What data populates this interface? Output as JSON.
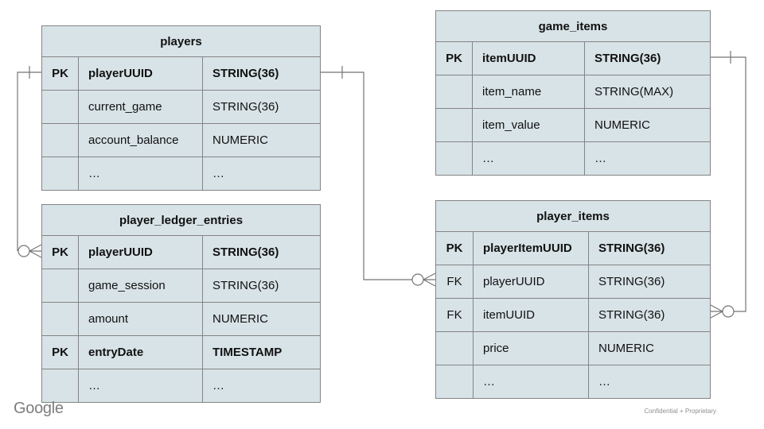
{
  "slide": {
    "footer_brand": "Google",
    "footer_note": "Confidential + Proprietary"
  },
  "colors": {
    "table_fill": "#d8e3e7",
    "table_border": "#848484",
    "connector_line": "#757575",
    "text": "#111111",
    "footer_gray": "#8f8f8f"
  },
  "tables": {
    "players": {
      "title": "players",
      "rows": [
        {
          "key": "PK",
          "name": "playerUUID",
          "type": "STRING(36)"
        },
        {
          "key": "",
          "name": "current_game",
          "type": "STRING(36)"
        },
        {
          "key": "",
          "name": "account_balance",
          "type": "NUMERIC"
        },
        {
          "key": "",
          "name": "…",
          "type": "…"
        }
      ]
    },
    "game_items": {
      "title": "game_items",
      "rows": [
        {
          "key": "PK",
          "name": "itemUUID",
          "type": "STRING(36)"
        },
        {
          "key": "",
          "name": "item_name",
          "type": "STRING(MAX)"
        },
        {
          "key": "",
          "name": "item_value",
          "type": "NUMERIC"
        },
        {
          "key": "",
          "name": "…",
          "type": "…"
        }
      ]
    },
    "player_ledger_entries": {
      "title": "player_ledger_entries",
      "rows": [
        {
          "key": "PK",
          "name": "playerUUID",
          "type": "STRING(36)"
        },
        {
          "key": "",
          "name": "game_session",
          "type": "STRING(36)"
        },
        {
          "key": "",
          "name": "amount",
          "type": "NUMERIC"
        },
        {
          "key": "PK",
          "name": "entryDate",
          "type": "TIMESTAMP"
        },
        {
          "key": "",
          "name": "…",
          "type": "…"
        }
      ]
    },
    "player_items": {
      "title": "player_items",
      "rows": [
        {
          "key": "PK",
          "name": "playerItemUUID",
          "type": "STRING(36)"
        },
        {
          "key": "FK",
          "name": "playerUUID",
          "type": "STRING(36)"
        },
        {
          "key": "FK",
          "name": "itemUUID",
          "type": "STRING(36)"
        },
        {
          "key": "",
          "name": "price",
          "type": "NUMERIC"
        },
        {
          "key": "",
          "name": "…",
          "type": "…"
        }
      ]
    }
  },
  "relationships": [
    {
      "from_table": "players",
      "from_column": "playerUUID",
      "to_table": "player_ledger_entries",
      "to_column": "playerUUID",
      "from_cardinality": "one",
      "to_cardinality": "zero-or-many"
    },
    {
      "from_table": "players",
      "from_column": "playerUUID",
      "to_table": "player_items",
      "to_column": "playerUUID",
      "from_cardinality": "one",
      "to_cardinality": "zero-or-many"
    },
    {
      "from_table": "game_items",
      "from_column": "itemUUID",
      "to_table": "player_items",
      "to_column": "itemUUID",
      "from_cardinality": "one",
      "to_cardinality": "zero-or-many"
    }
  ]
}
